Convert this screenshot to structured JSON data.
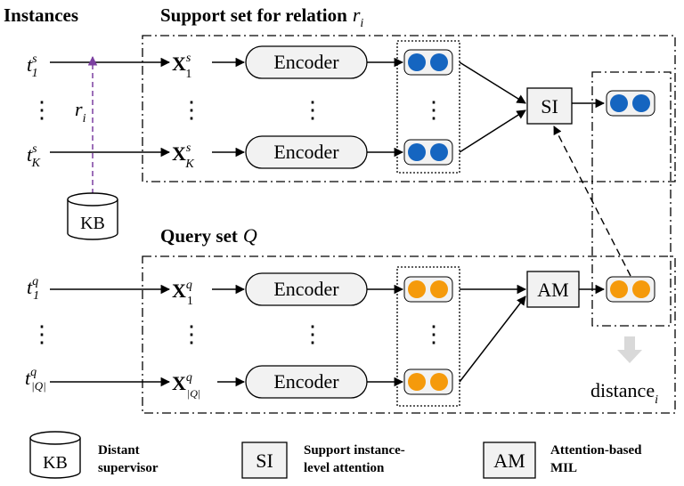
{
  "headings": {
    "instances": "Instances",
    "support_prefix": "Support set for relation",
    "support_var": "r",
    "support_sub": "i",
    "query_prefix": "Query set",
    "query_var": "Q"
  },
  "instances": {
    "support_top": {
      "base": "t",
      "sup": "s",
      "sub": "1"
    },
    "support_bottom": {
      "base": "t",
      "sup": "s",
      "sub": "K"
    },
    "query_top": {
      "base": "t",
      "sup": "q",
      "sub": "1"
    },
    "query_bottom": {
      "base": "t",
      "sup": "q",
      "sub": "|Q|"
    },
    "dots": "⋮"
  },
  "relation_label": {
    "base": "r",
    "sub": "i"
  },
  "kb_label": "KB",
  "vectors": {
    "support_top": {
      "base": "X",
      "sup": "s",
      "sub": "1"
    },
    "support_bottom": {
      "base": "X",
      "sup": "s",
      "sub": "K"
    },
    "query_top": {
      "base": "X",
      "sup": "q",
      "sub": "1"
    },
    "query_bottom": {
      "base": "X",
      "sup": "q",
      "sub": "|Q|"
    }
  },
  "encoder_label": "Encoder",
  "si_label": "SI",
  "am_label": "AM",
  "distance": {
    "base": "distance",
    "sub": "i"
  },
  "legend": {
    "kb_symbol": "KB",
    "kb_line1": "Distant",
    "kb_line2": "supervisor",
    "si_symbol": "SI",
    "si_line1": "Support instance-",
    "si_line2": "level attention",
    "am_symbol": "AM",
    "am_line1": "Attention-based",
    "am_line2": "MIL"
  },
  "colors": {
    "support_dot": "#1565c0",
    "query_dot": "#f59a0b",
    "relation_arrow": "#7b3fa0",
    "box_fill": "#f2f2f2",
    "down_arrow": "#d9d9d9"
  }
}
